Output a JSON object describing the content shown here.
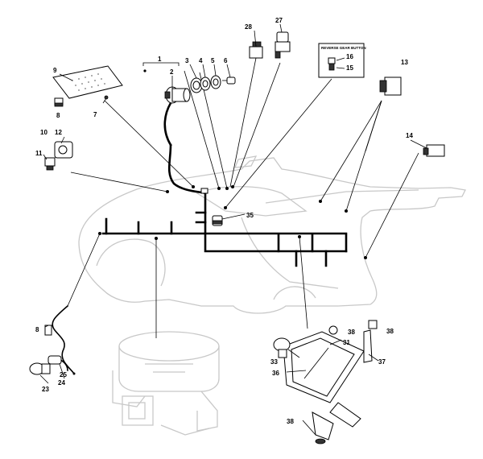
{
  "diagram": {
    "inset_title": "REVERSE GEAR BUTTON",
    "callouts": [
      {
        "id": "c1",
        "text": "1"
      },
      {
        "id": "c2",
        "text": "2"
      },
      {
        "id": "c3",
        "text": "3"
      },
      {
        "id": "c4",
        "text": "4"
      },
      {
        "id": "c5",
        "text": "5"
      },
      {
        "id": "c6",
        "text": "6"
      },
      {
        "id": "c7",
        "text": "7"
      },
      {
        "id": "c8a",
        "text": "8"
      },
      {
        "id": "c8b",
        "text": "8"
      },
      {
        "id": "c9",
        "text": "9"
      },
      {
        "id": "c10",
        "text": "10"
      },
      {
        "id": "c11",
        "text": "11"
      },
      {
        "id": "c12",
        "text": "12"
      },
      {
        "id": "c13",
        "text": "13"
      },
      {
        "id": "c14",
        "text": "14"
      },
      {
        "id": "c15",
        "text": "15"
      },
      {
        "id": "c16",
        "text": "16"
      },
      {
        "id": "c23",
        "text": "23"
      },
      {
        "id": "c24",
        "text": "24"
      },
      {
        "id": "c25",
        "text": "25"
      },
      {
        "id": "c27",
        "text": "27"
      },
      {
        "id": "c28",
        "text": "28"
      },
      {
        "id": "c31",
        "text": "31"
      },
      {
        "id": "c33",
        "text": "33"
      },
      {
        "id": "c35",
        "text": "35"
      },
      {
        "id": "c36",
        "text": "36"
      },
      {
        "id": "c37",
        "text": "37"
      },
      {
        "id": "c38a",
        "text": "38"
      },
      {
        "id": "c38b",
        "text": "38"
      },
      {
        "id": "c38c",
        "text": "38"
      }
    ]
  }
}
